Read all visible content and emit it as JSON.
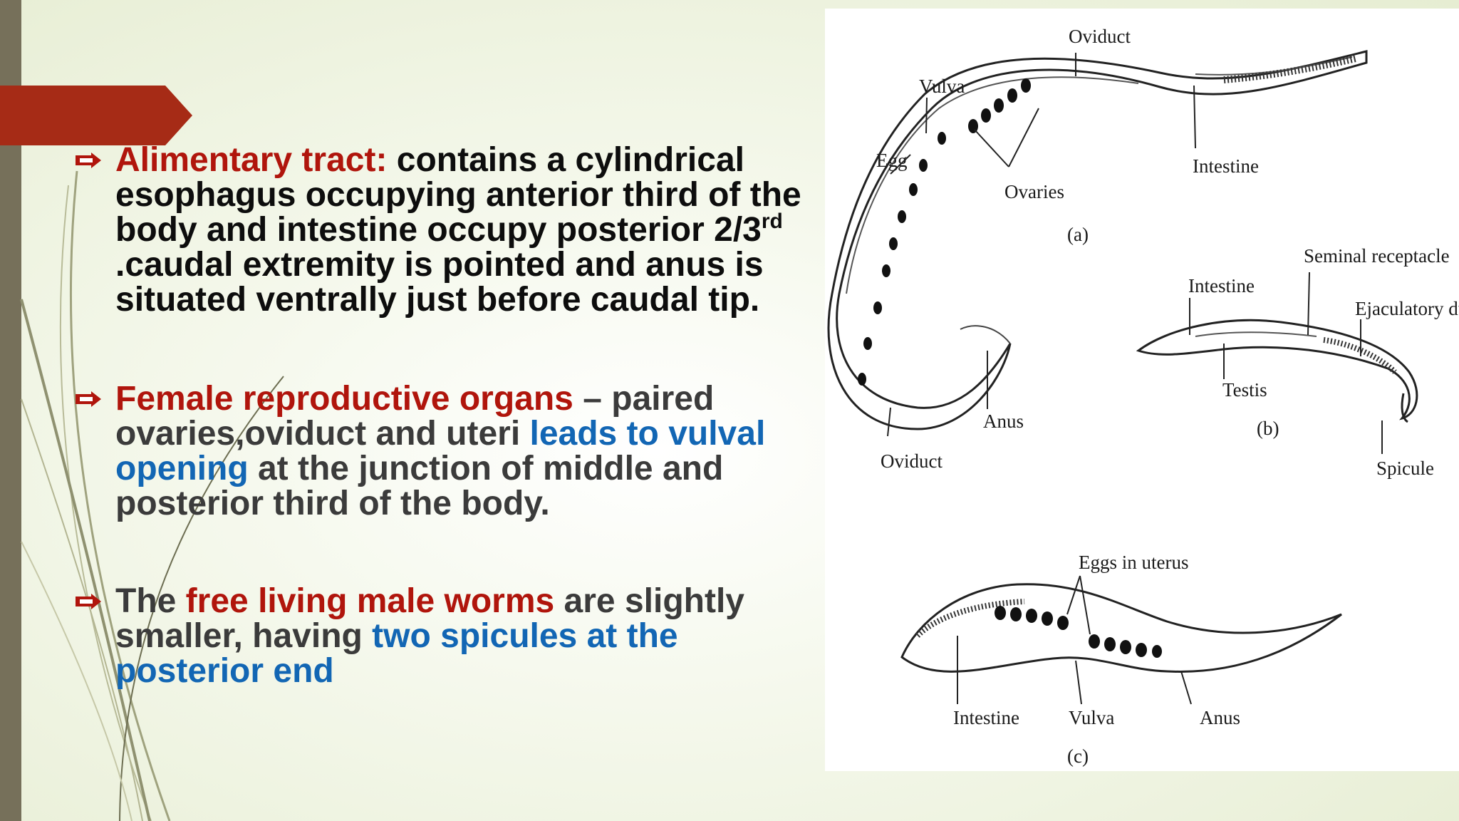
{
  "bullets": [
    {
      "heading": "Alimentary tract:",
      "text_a": " contains a cylindrical esophagus occupying anterior third of the body and intestine occupy posterior 2/3",
      "sup": "rd",
      "text_b": " .caudal extremity is pointed and anus is situated ventrally just before caudal tip."
    },
    {
      "heading": "Female reproductive organs",
      "text_a": " – paired ovaries,oviduct and  uteri ",
      "highlight": "leads to vulval opening",
      "text_b": " at the junction of middle and posterior third of the body."
    },
    {
      "prefix": "The ",
      "heading": "free living male worms",
      "text_a": " are slightly smaller, having ",
      "highlight": "two spicules at the posterior end"
    }
  ],
  "figure": {
    "a": {
      "oviduct_top": "Oviduct",
      "vulva": "Vulva",
      "egg": "Egg",
      "ovaries": "Ovaries",
      "intestine": "Intestine",
      "caption": "(a)",
      "anus": "Anus",
      "oviduct_bottom": "Oviduct"
    },
    "b": {
      "seminal": "Seminal receptacle",
      "intestine": "Intestine",
      "ejaculatory": "Ejaculatory duct",
      "testis": "Testis",
      "caption": "(b)",
      "spicule": "Spicule"
    },
    "c": {
      "eggs": "Eggs in uterus",
      "intestine": "Intestine",
      "vulva": "Vulva",
      "anus": "Anus",
      "caption": "(c)"
    }
  },
  "colors": {
    "heading_red": "#b0150c",
    "highlight_blue": "#1266b4",
    "banner": "#a62b16",
    "side_bar": "#76705a"
  }
}
